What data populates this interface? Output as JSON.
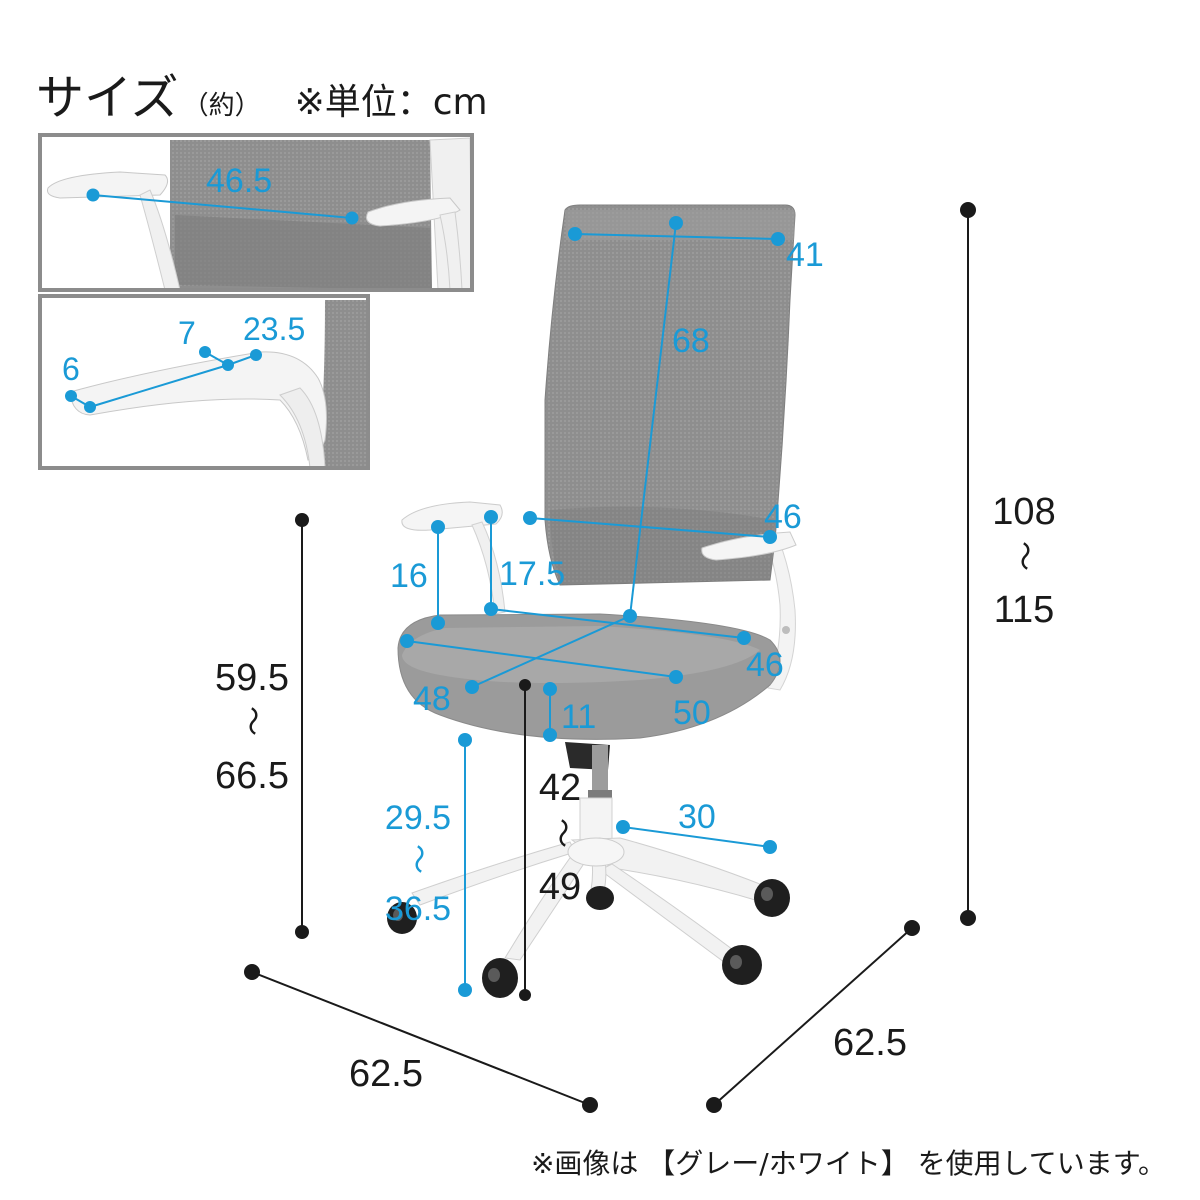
{
  "header": {
    "title": "サイズ",
    "approx": "（約）",
    "unit": "※単位：cm"
  },
  "footer": {
    "note": "※画像は 【グレー/ホワイト】 を使用しています。"
  },
  "colors": {
    "dimension_blue": "#1a9ad6",
    "dimension_black": "#1a1a1a",
    "mesh_gray": "#8a8a8a",
    "frame_white": "#f2f2f2",
    "inset_border": "#8c8c8c"
  },
  "dimensions": {
    "total_height": {
      "min": "108",
      "range_mark": "〜",
      "max": "115"
    },
    "armrest_height": {
      "min": "59.5",
      "range_mark": "〜",
      "max": "66.5"
    },
    "seat_height": {
      "min": "42",
      "range_mark": "〜",
      "max": "49"
    },
    "lower_height": {
      "min": "29.5",
      "range_mark": "〜",
      "max": "36.5"
    },
    "footprint_width": "62.5",
    "footprint_depth": "62.5",
    "backrest_width": "41",
    "backrest_height": "68",
    "armrest_inner_width": "46",
    "seat_width_back": "46",
    "seat_depth": "48",
    "seat_width_front": "50",
    "seat_thickness": "11",
    "base_radius": "30",
    "arm_to_seat": "16",
    "arm_to_seat_back": "17.5",
    "armrest_outer_width": "46.5",
    "armrest_pad_thickness": "6",
    "armrest_pad_width": "7",
    "armrest_pad_length": "23.5"
  }
}
